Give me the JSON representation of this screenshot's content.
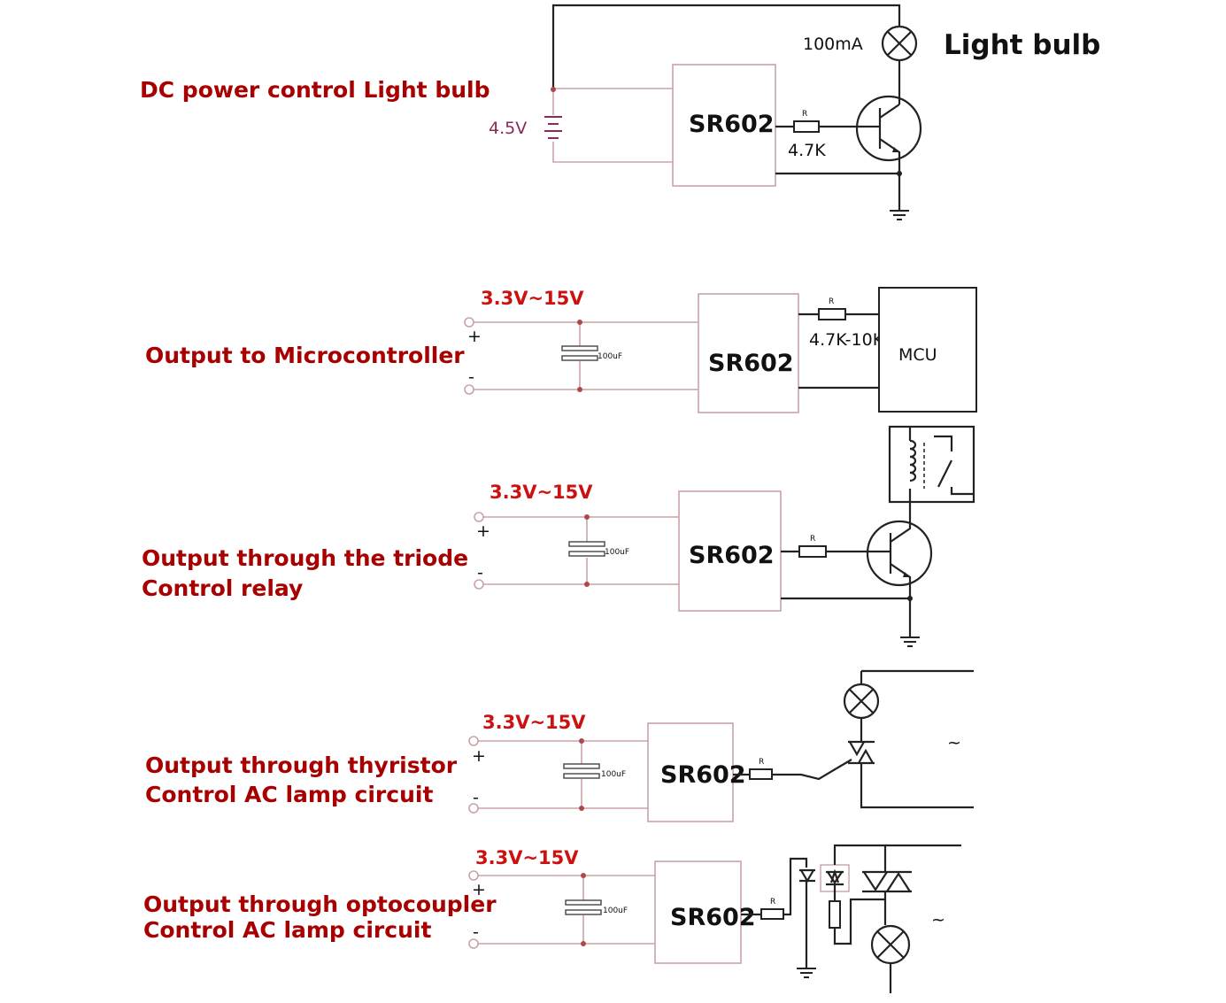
{
  "light_bulb": {
    "title": "DC power control Light bulb",
    "voltage": "4.5V",
    "chip": "SR602",
    "resistor_label": "R",
    "resistor_value": "4.7K",
    "bulb_current": "100mA",
    "bulb_label": "Light bulb"
  },
  "microcontroller": {
    "title": "Output to Microcontroller",
    "voltage": "3.3V~15V",
    "plus": "+",
    "minus": "-",
    "capacitor": "100uF",
    "chip": "SR602",
    "resistor_label": "R",
    "resistor_value": "4.7K-10K",
    "mcu": "MCU"
  },
  "relay": {
    "title_line1": "Output through the triode",
    "title_line2": "Control relay",
    "voltage": "3.3V~15V",
    "plus": "+",
    "minus": "-",
    "capacitor": "100uF",
    "chip": "SR602",
    "resistor_label": "R"
  },
  "thyristor": {
    "title_line1": "Output through thyristor",
    "title_line2": "Control AC lamp circuit",
    "voltage": "3.3V~15V",
    "plus": "+",
    "minus": "-",
    "capacitor": "100uF",
    "chip": "SR602",
    "resistor_label": "R",
    "ac_symbol": "~"
  },
  "optocoupler": {
    "title_line1": "Output through optocoupler",
    "title_line2": "Control AC lamp circuit",
    "voltage": "3.3V~15V",
    "plus": "+",
    "minus": "-",
    "capacitor": "100uF",
    "chip": "SR602",
    "resistor_label": "R",
    "ac_symbol": "~"
  }
}
